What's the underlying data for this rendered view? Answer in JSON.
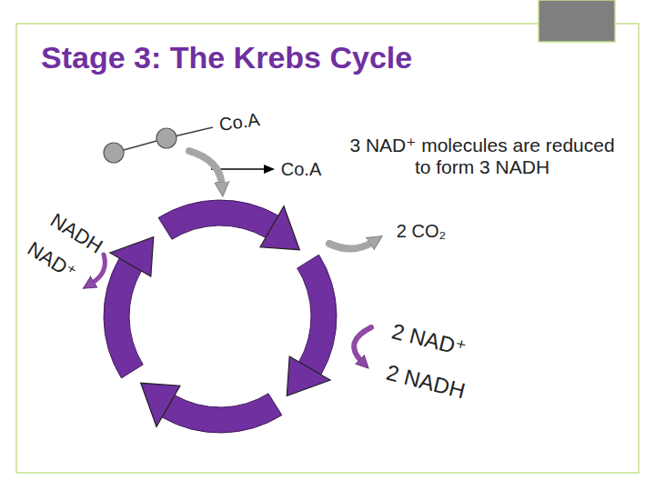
{
  "diagram": {
    "title": "Stage 3: The Krebs Cycle",
    "labels": [
      "Co.A",
      "Co.A",
      "3 NAD⁺ molecules are reduced to form 3 NADH",
      "NADH",
      "NAD⁺",
      "2 CO₂",
      "2 NAD⁺",
      "2 NADH"
    ]
  }
}
